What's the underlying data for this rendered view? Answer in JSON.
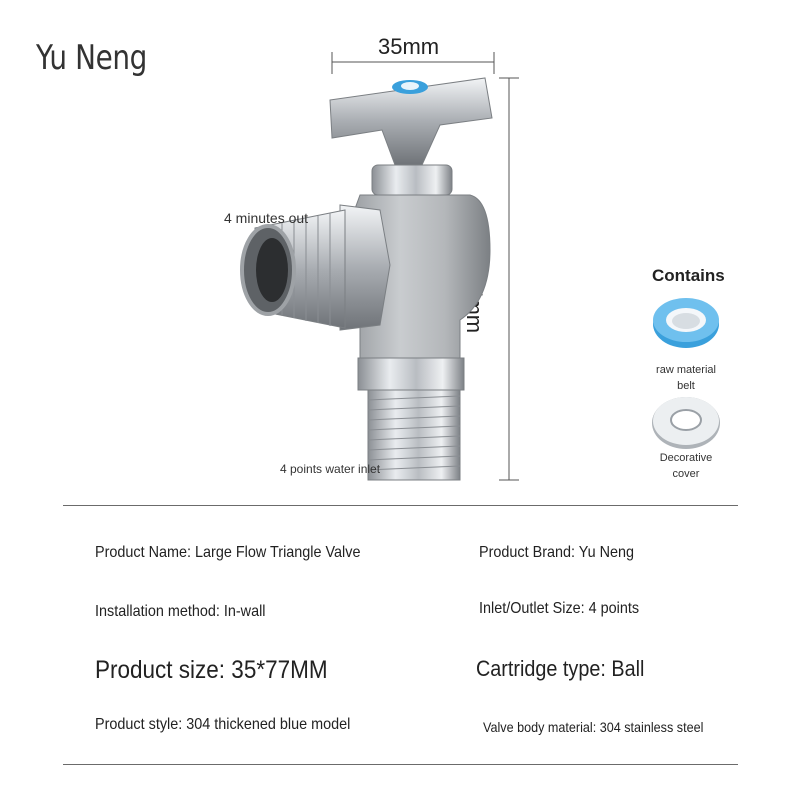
{
  "brand": "Yu Neng",
  "dimensions": {
    "width_label": "35mm",
    "height_label": "77mm"
  },
  "callouts": {
    "outlet": "4 minutes out",
    "inlet": "4 points water inlet"
  },
  "accessories": {
    "title": "Contains",
    "items": [
      {
        "label_line1": "raw material",
        "label_line2": "belt",
        "icon": "ptfe-tape-roll-icon"
      },
      {
        "label_line1": "Decorative",
        "label_line2": "cover",
        "icon": "decorative-cover-ring-icon"
      }
    ]
  },
  "specs": {
    "product_name": "Product Name: Large Flow Triangle Valve",
    "brand": "Product Brand: Yu Neng",
    "installation": "Installation method: In-wall",
    "size_io": "Inlet/Outlet Size: 4 points",
    "product_size": "Product size: 35*77MM",
    "cartridge": "Cartridge type: Ball",
    "style": "Product style: 304 thickened blue model",
    "body_material": "Valve body material: 304 stainless steel"
  },
  "colors": {
    "accent_blue": "#3aa0dc",
    "chrome": "#c8ccd0",
    "text": "#222222"
  }
}
